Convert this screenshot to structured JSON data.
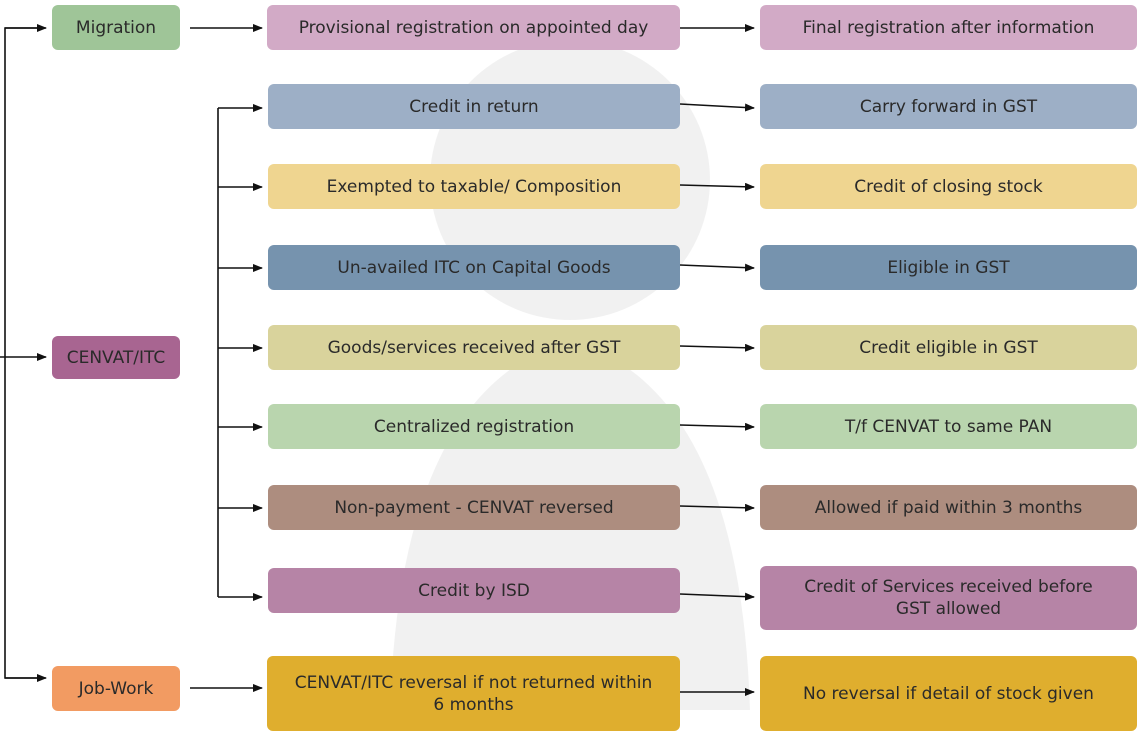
{
  "colors": {
    "green": "#9fc598",
    "purple_light": "#d2aac6",
    "purple": "#a86591",
    "orange": "#f29b62",
    "blue_light": "#9dafc6",
    "yellow": "#efd590",
    "blue": "#7693ae",
    "olive": "#d9d39c",
    "green_light": "#b9d5ae",
    "brown": "#ad8d7f",
    "mauve": "#b684a6",
    "gold": "#dfae2e"
  },
  "categories": {
    "migration": "Migration",
    "cenvat": "CENVAT/ITC",
    "jobwork": "Job-Work"
  },
  "migration": {
    "step1": "Provisional registration on appointed day",
    "step2": "Final registration after information"
  },
  "cenvat_rows": [
    {
      "left": "Credit in return",
      "right": "Carry forward in GST"
    },
    {
      "left": "Exempted to taxable/ Composition",
      "right": "Credit of closing stock"
    },
    {
      "left": "Un-availed ITC on Capital Goods",
      "right": "Eligible in GST"
    },
    {
      "left": "Goods/services received after GST",
      "right": "Credit eligible in GST"
    },
    {
      "left": "Centralized registration",
      "right": "T/f CENVAT to same PAN"
    },
    {
      "left": "Non-payment - CENVAT reversed",
      "right": "Allowed if paid within 3 months"
    },
    {
      "left": "Credit by ISD",
      "right": "Credit of Services received before\nGST allowed"
    }
  ],
  "jobwork": {
    "step1": "CENVAT/ITC reversal if not returned within\n6 months",
    "step2": "No reversal if detail of stock given"
  }
}
